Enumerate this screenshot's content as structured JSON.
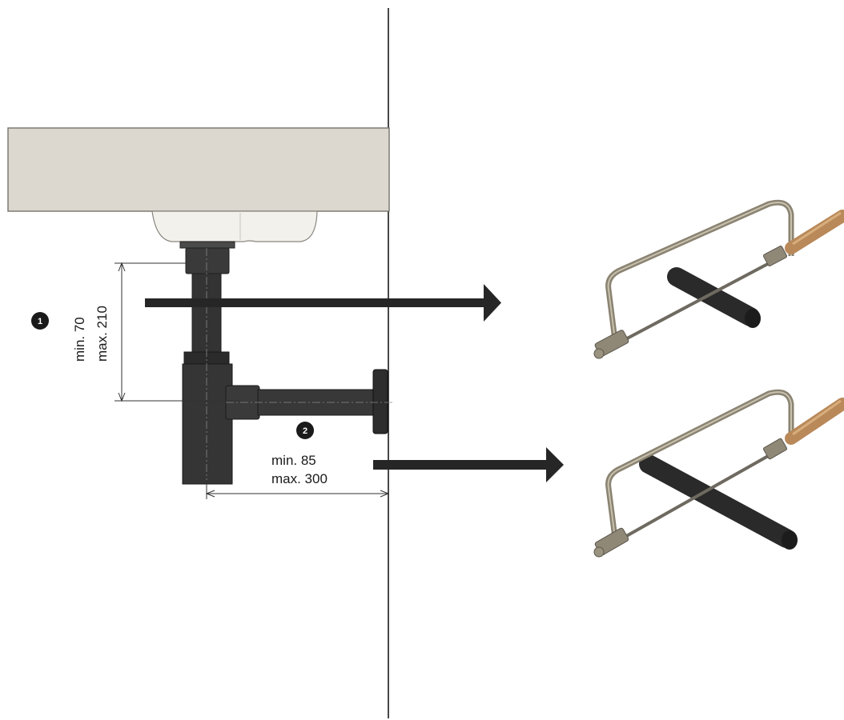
{
  "dimension_1": {
    "badge": "1",
    "min_label": "min. 70",
    "max_label": "max. 210"
  },
  "dimension_2": {
    "badge": "2",
    "min_label": "min. 85",
    "max_label": "max. 300"
  },
  "colors": {
    "wall_line": "#1a1a1a",
    "basin_fill": "#dcd8cf",
    "basin_bowl_fill": "#f3f1ec",
    "siphon_dark": "#2f2f2f",
    "arrow": "#262626",
    "saw_frame": "#7a7466",
    "saw_handle": "#b9895a",
    "pipe_dark": "#333333"
  }
}
